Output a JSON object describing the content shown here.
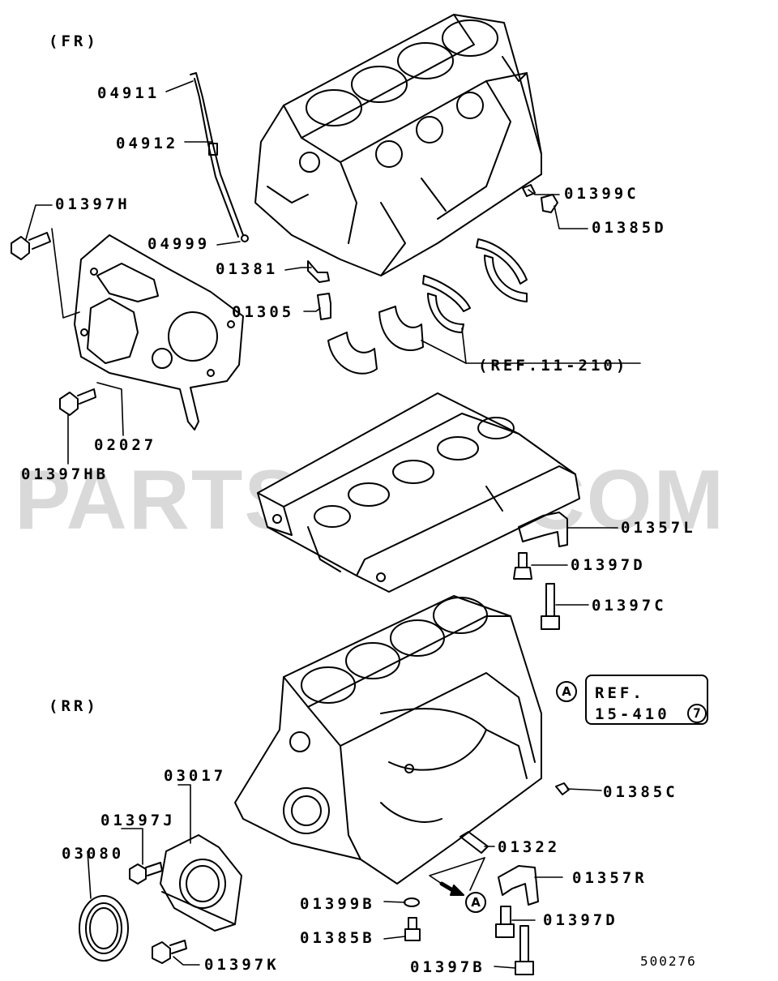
{
  "views": {
    "front": "(FR)",
    "rear": "(RR)"
  },
  "watermark": "PARTSOUQ.COM",
  "diagram_id": "500276",
  "reference_box": {
    "line1": "REF.",
    "line2": "15-410",
    "circled": "7"
  },
  "circle_marker": "A",
  "bearing_ref": "(REF.11-210)",
  "part_numbers": {
    "p04911": "04911",
    "p04912": "04912",
    "p01397H": "01397H",
    "p04999": "04999",
    "p01381": "01381",
    "p01305": "01305",
    "p01399C": "01399C",
    "p01385D": "01385D",
    "p02027": "02027",
    "p01397HB": "01397HB",
    "p01357L": "01357L",
    "p01397D_top": "01397D",
    "p01397C": "01397C",
    "p01385C": "01385C",
    "p03017": "03017",
    "p01397J": "01397J",
    "p03080": "03080",
    "p01322": "01322",
    "p01357R": "01357R",
    "p01399B": "01399B",
    "p01397D_bottom": "01397D",
    "p01385B": "01385B",
    "p01397K": "01397K",
    "p01397B": "01397B"
  }
}
